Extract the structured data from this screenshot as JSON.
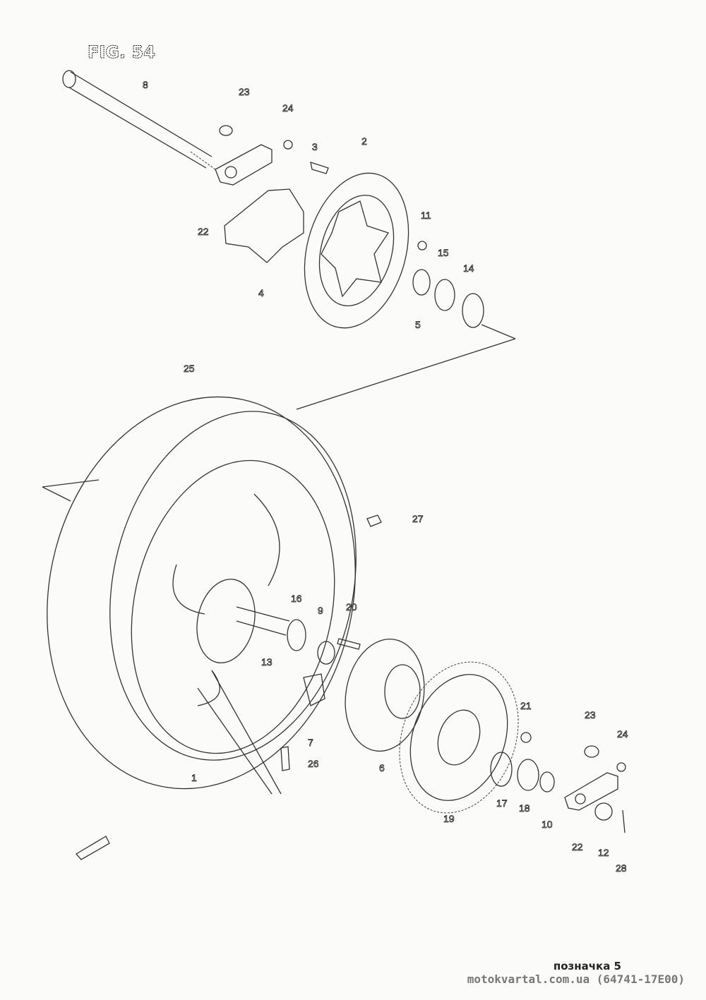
{
  "figure": {
    "title": "FIG. 54"
  },
  "parts": [
    {
      "id": "p8",
      "label": "8"
    },
    {
      "id": "p23a",
      "label": "23"
    },
    {
      "id": "p24a",
      "label": "24"
    },
    {
      "id": "p3",
      "label": "3"
    },
    {
      "id": "p2",
      "label": "2"
    },
    {
      "id": "p22a",
      "label": "22"
    },
    {
      "id": "p11",
      "label": "11"
    },
    {
      "id": "p15",
      "label": "15"
    },
    {
      "id": "p14",
      "label": "14"
    },
    {
      "id": "p4",
      "label": "4"
    },
    {
      "id": "p5",
      "label": "5"
    },
    {
      "id": "p25",
      "label": "25"
    },
    {
      "id": "p27",
      "label": "27"
    },
    {
      "id": "p16",
      "label": "16"
    },
    {
      "id": "p9",
      "label": "9"
    },
    {
      "id": "p20",
      "label": "20"
    },
    {
      "id": "p13",
      "label": "13"
    },
    {
      "id": "p21",
      "label": "21"
    },
    {
      "id": "p23b",
      "label": "23"
    },
    {
      "id": "p24b",
      "label": "24"
    },
    {
      "id": "p7",
      "label": "7"
    },
    {
      "id": "p6",
      "label": "6"
    },
    {
      "id": "p26",
      "label": "26"
    },
    {
      "id": "p1",
      "label": "1"
    },
    {
      "id": "p17",
      "label": "17"
    },
    {
      "id": "p18",
      "label": "18"
    },
    {
      "id": "p10",
      "label": "10"
    },
    {
      "id": "p19",
      "label": "19"
    },
    {
      "id": "p22b",
      "label": "22"
    },
    {
      "id": "p12",
      "label": "12"
    },
    {
      "id": "p28",
      "label": "28"
    }
  ],
  "caption": {
    "line1": "позначка 5",
    "line2": "motokvartal.com.ua (64741-17E00)"
  }
}
